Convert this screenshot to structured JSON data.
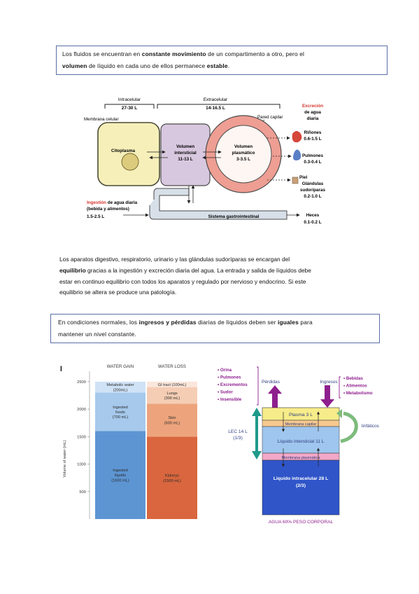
{
  "box1": {
    "t1": "Los fluidos se encuentran en ",
    "b1": "constante movimiento",
    "t2": " de un compartimento a otro, pero el",
    "b2": "volumen",
    "t3": " de líquido en cada uno de ellos permanece ",
    "b3": "estable",
    "t4": "."
  },
  "diagram1": {
    "intracelular": "Intracelular",
    "intracelular_vol": "27-30 L",
    "extracelular": "Extracelular",
    "extracelular_vol": "14-16.5 L",
    "membrana_celular": "Membrana celular",
    "pared_capilar": "Pared capilar",
    "citoplasma": "Citoplasma",
    "intersticial_1": "Volumen",
    "intersticial_2": "intersticial",
    "intersticial_3": "11-13 L",
    "plasmatico_1": "Volumen",
    "plasmatico_2": "plasmático",
    "plasmatico_3": "3-3.5 L",
    "excrecion_1": "Excreción",
    "excrecion_2": "de agua",
    "excrecion_3": "diaria",
    "rinones": "Riñones",
    "rinones_vol": "0.6-1.5 L",
    "pulmones": "Pulmones",
    "pulmones_vol": "0.3-0.4 L",
    "piel": "Piel",
    "glandulas_1": "Glándulas",
    "glandulas_2": "sudoríparas",
    "glandulas_vol": "0.2-1.0 L",
    "ingestion_red": "Ingestión",
    "ingestion_rest": " de agua diaria",
    "ingestion_2": "(bebida y alimentos)",
    "ingestion_vol": "1.5-2.5 L",
    "gastro": "Sistema gastrointestinal",
    "heces": "Heces",
    "heces_vol": "0.1-0.2 L"
  },
  "paragraph": {
    "l1": "Los aparatos digestivo, respiratorio, urinario y  las glándulas sudoríparas se encargan del",
    "l2b": "equilibrio",
    "l2": " gracias a la ingestión y excreción diaria del agua. La entrada y salida de líquidos debe",
    "l3": "estar en continuo equilibrio con todos los aparatos y regulado por nervioso y endocrino. Si este",
    "l4": "equilibrio se altera se produce una patología."
  },
  "box2": {
    "t1": "En condiciones normales, los ",
    "b1": "ingresos y pérdidas",
    "t2": " diarias de líquidos deben ser ",
    "b2": "iguales",
    "t3": " para",
    "l2": "mantener un nivel constante."
  },
  "chart_data": {
    "type": "bar",
    "panel_label": "l",
    "ylabel": "Volume of water (mL)",
    "ylim": [
      0,
      2600
    ],
    "yticks": [
      500,
      1000,
      1500,
      2000,
      2500
    ],
    "categories": [
      "WATER GAIN",
      "WATER LOSS"
    ],
    "stacks": [
      {
        "category": "WATER GAIN",
        "segments": [
          {
            "label1": "Ingested",
            "label2": "liquids",
            "label3": "(1600 mL)",
            "value": 1600,
            "color": "#5d95d3"
          },
          {
            "label1": "Ingested",
            "label2": "foods",
            "label3": "(700 mL)",
            "value": 700,
            "color": "#a6c9ec"
          },
          {
            "label1": "Metabolic water",
            "label2": "(200mL)",
            "label3": "",
            "value": 200,
            "color": "#cfe2f6"
          }
        ]
      },
      {
        "category": "WATER LOSS",
        "segments": [
          {
            "label1": "Kidneys",
            "label2": "(1500 mL)",
            "label3": "",
            "value": 1500,
            "color": "#d9663e"
          },
          {
            "label1": "Skin",
            "label2": "(600 mL)",
            "label3": "",
            "value": 600,
            "color": "#eda47c"
          },
          {
            "label1": "Lungs",
            "label2": "(300 mL)",
            "label3": "",
            "value": 300,
            "color": "#f5cdb4"
          },
          {
            "label1": "GI tract (100mL)",
            "label2": "",
            "label3": "",
            "value": 100,
            "color": "#fae6da"
          }
        ]
      }
    ]
  },
  "diagram2": {
    "losses_list": [
      "• Orina",
      "• Pulmones",
      "• Excrementos",
      "• Sudor",
      "• Insensible"
    ],
    "perdidas": "Pérdidas",
    "ingresos": "Ingresos",
    "gains_list": [
      "• Bebidas",
      "• Alimentos",
      "• Metabolismo"
    ],
    "plasma": "Plasma 3 L",
    "membrana_capilar": "Membrana capilar",
    "linfaticos": "linfáticos",
    "lec_1": "LEC 14 L",
    "lec_2": "(1/3)",
    "intersticial": "Líquido intersticial 11 L",
    "membrana_plasmatica": "Membrana plasmática",
    "intracelular_1": "Liquido intracelular 28 L",
    "intracelular_2": "(2/3)",
    "footer": "AGUA 60% PESO CORPORAL",
    "colors": {
      "purple": "#8e1f8e",
      "teal": "#1f9a8a",
      "blue": "#2f55c9",
      "plasma": "#f7ec8a",
      "intersticial": "#9fc6ee"
    }
  }
}
